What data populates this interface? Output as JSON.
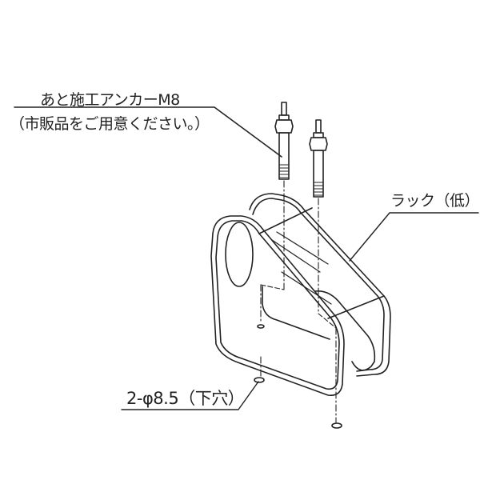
{
  "diagram": {
    "labels": {
      "anchor_line1": "あと施工アンカーM8",
      "anchor_line2": "（市販品をご用意ください。）",
      "rack": "ラック（低）",
      "hole": "2-φ8.5（下穴）"
    },
    "parts": [
      "anchor-bolt-left",
      "anchor-bolt-right",
      "rack-low",
      "pilot-hole-left",
      "pilot-hole-right"
    ],
    "colors": {
      "line": "#222222",
      "background": "#ffffff"
    }
  }
}
